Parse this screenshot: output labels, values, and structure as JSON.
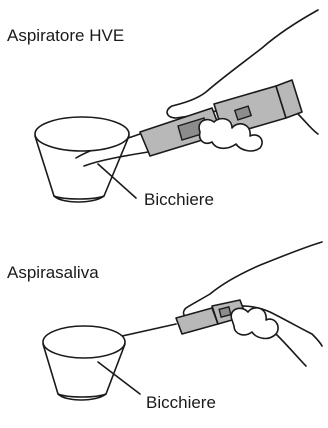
{
  "figures": [
    {
      "title": "Aspiratore HVE",
      "cup_label": "Bicchiere"
    },
    {
      "title": "Aspirasaliva",
      "cup_label": "Bicchiere"
    }
  ]
}
